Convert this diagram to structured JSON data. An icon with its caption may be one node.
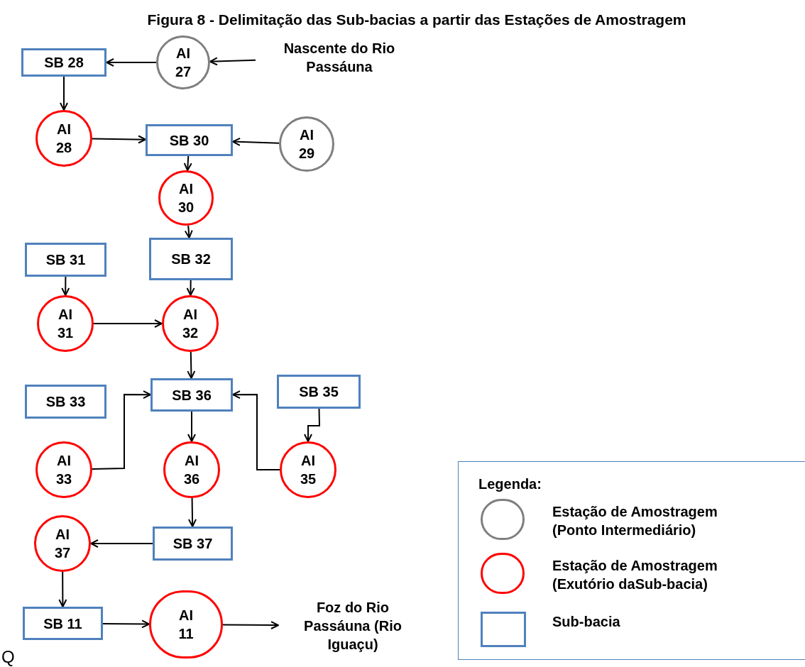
{
  "diagram": {
    "title": "Figura 8 - Delimitação das Sub-bacias a partir das Estações de Amostragem",
    "nodes": [
      {
        "text": [
          "SB 28"
        ]
      },
      {
        "text": [
          "AI 27"
        ]
      },
      {
        "text": [
          "Nascente do Rio Passáuna"
        ]
      },
      {
        "text": [
          "AI 28"
        ]
      },
      {
        "text": [
          "SB 30"
        ]
      },
      {
        "text": [
          "AI 29"
        ]
      },
      {
        "text": [
          "AI 30"
        ]
      },
      {
        "text": [
          "SB 31"
        ]
      },
      {
        "text": [
          "SB 32"
        ]
      },
      {
        "text": [
          "AI 31"
        ]
      },
      {
        "text": [
          "AI 32"
        ]
      },
      {
        "text": [
          "SB 33"
        ]
      },
      {
        "text": [
          "SB 36"
        ]
      },
      {
        "text": [
          "SB 35"
        ]
      },
      {
        "text": [
          "AI 33"
        ]
      },
      {
        "text": [
          "AI 36"
        ]
      },
      {
        "text": [
          "AI 35"
        ]
      },
      {
        "text": [
          "AI 37"
        ]
      },
      {
        "text": [
          "SB 37"
        ]
      },
      {
        "text": [
          "SB 11"
        ]
      },
      {
        "text": [
          "AI 11"
        ]
      },
      {
        "text": [
          "Foz do Rio Passáuna (Rio Iguaçu)"
        ]
      }
    ],
    "edges": [
      {
        "from": 2,
        "to": 1,
        "arrow": "to"
      },
      {
        "from": 1,
        "to": 0,
        "arrow": "to"
      },
      {
        "from": 0,
        "to": 3,
        "arrow": "to"
      },
      {
        "from": 3,
        "to": 4,
        "arrow": "to"
      },
      {
        "from": 5,
        "to": 4,
        "arrow": "to"
      },
      {
        "from": 4,
        "to": 6,
        "arrow": "to"
      },
      {
        "from": 6,
        "to": 8,
        "arrow": "to"
      },
      {
        "from": 7,
        "to": 9,
        "arrow": "to"
      },
      {
        "from": 8,
        "to": 10,
        "arrow": "to"
      },
      {
        "from": 9,
        "to": 10,
        "arrow": "to"
      },
      {
        "from": 10,
        "to": 12,
        "arrow": "to"
      },
      {
        "from": 14,
        "to": 12,
        "arrow": "to"
      },
      {
        "from": 13,
        "to": 16,
        "arrow": "to"
      },
      {
        "from": 16,
        "to": 12,
        "arrow": "to"
      },
      {
        "from": 12,
        "to": 15,
        "arrow": "to"
      },
      {
        "from": 15,
        "to": 18,
        "arrow": "to"
      },
      {
        "from": 18,
        "to": 17,
        "arrow": "to"
      },
      {
        "from": 17,
        "to": 19,
        "arrow": "to"
      },
      {
        "from": 19,
        "to": 20,
        "arrow": "to"
      },
      {
        "from": 20,
        "to": 21,
        "arrow": "to"
      }
    ],
    "labels": [
      "Legenda:",
      "Q"
    ],
    "legend": [
      {
        "text": "Estação de Amostragem (Ponto Intermediário)"
      },
      {
        "text": "Estação de Amostragem (Exutório daSub-bacia)"
      },
      {
        "text": "Sub-bacia"
      }
    ]
  }
}
